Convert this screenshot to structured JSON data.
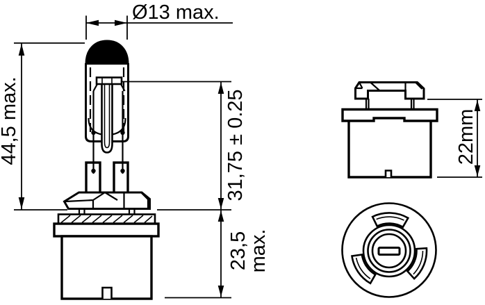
{
  "diagram": {
    "front_view": {
      "dim_diameter": "Ø13 max.",
      "dim_overall_height": "44,5 max.",
      "dim_light_center": "31,75 ± 0.25",
      "dim_base_height": "23,5",
      "dim_base_height_unit": "max."
    },
    "side_view": {
      "dim_height": "22mm"
    },
    "colors": {
      "line": "#000000",
      "background": "#ffffff"
    }
  }
}
